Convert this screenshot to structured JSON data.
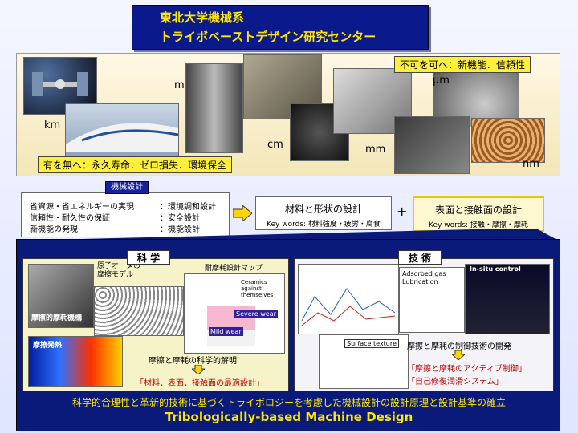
{
  "header": {
    "line1": "東北大学機械系",
    "line2": "トライボベーストデザイン研究センター"
  },
  "top_panel": {
    "scale_labels": [
      "km",
      "m",
      "cm",
      "mm",
      "μm",
      "nm"
    ],
    "tag_right": "不可を可へ：新機能．信頼性",
    "tag_left": "有を無へ：永久寿命．ゼロ損失．環境保全"
  },
  "machine_design": {
    "tag": "機械設計",
    "rows": [
      [
        "省資源・省エネルギーの実現",
        "：環境調和設計"
      ],
      [
        "信頼性・耐久性の保証",
        "：安全設計"
      ],
      [
        "新機能の発現",
        "：機能設計"
      ]
    ]
  },
  "material_shape": {
    "title": "材料と形状の設計",
    "keywords": "Key words: 材料強度・疲労・腐食"
  },
  "surface_contact": {
    "title": "表面と接触面の設計",
    "keywords": "Key words: 接触・摩擦・摩耗"
  },
  "plus": "+",
  "science": {
    "title": "科 学",
    "atomic_model": "原子オーダの\n摩擦モデル",
    "wear_map": "耐摩耗設計マップ",
    "fracture": "摩擦的摩耗機構",
    "heat": "摩擦発熱",
    "severe": "Severe wear",
    "mild": "Mild wear",
    "ceramics": "Ceramics against themselves",
    "explain": "摩擦と摩耗の科学的解明",
    "optimal": "「材料．表面．接触面の最適設計」"
  },
  "technology": {
    "title": "技 術",
    "adsorbed": "Adsorbed gas\nLubrication",
    "insitu": "In-situ control",
    "texture": "Surface texture",
    "develop": "摩擦と摩耗の制御技術の開発",
    "active": "「摩擦と摩耗のアクティブ制御」",
    "selfrepair": "「自己修復潤滑システム」"
  },
  "footer": {
    "jp": "科学的合理性と革新的技術に基づくトライボロジーを考慮した機械設計の設計原理と設計基準の確立",
    "en": "Tribologically-based Machine Design"
  }
}
